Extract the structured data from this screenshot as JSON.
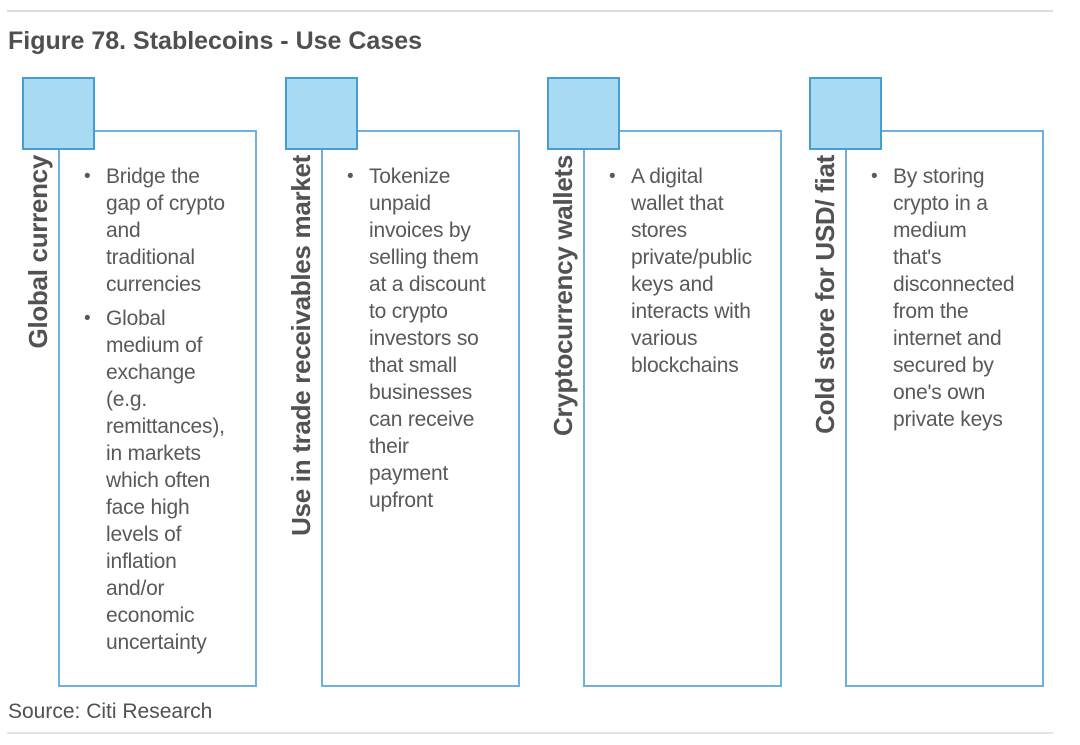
{
  "figure": {
    "title": "Figure 78. Stablecoins - Use Cases",
    "source": "Source: Citi Research"
  },
  "ui": {
    "bullet_glyph": "•"
  },
  "colors": {
    "accent_square_fill": "#A8DBF2",
    "accent_square_border": "#459DD4",
    "box_border": "#6FB1DB",
    "body_text": "#58595B",
    "heading_text": "#4E4F51",
    "divider": "#DEDEDE"
  },
  "columns": [
    {
      "label": "Global currency",
      "bullets": [
        "Bridge the\ngap of crypto\nand\ntraditional\ncurrencies",
        "Global\nmedium of\nexchange\n(e.g.\nremittances),\nin markets\nwhich often\nface high\nlevels of\ninflation\nand/or\neconomic\nuncertainty"
      ]
    },
    {
      "label": "Use in trade receivables market",
      "bullets": [
        "Tokenize\nunpaid\ninvoices by\nselling them\nat a discount\nto crypto\ninvestors so\nthat small\nbusinesses\ncan receive\ntheir\npayment\nupfront"
      ]
    },
    {
      "label": "Cryptocurrency wallets",
      "bullets": [
        "A digital\nwallet that\nstores\nprivate/public\nkeys and\ninteracts with\nvarious\nblockchains"
      ]
    },
    {
      "label": "Cold store for USD/ fiat",
      "bullets": [
        "By storing\ncrypto in a\nmedium\nthat's\ndisconnected\nfrom the\ninternet and\nsecured by\none's own\nprivate keys"
      ]
    }
  ]
}
